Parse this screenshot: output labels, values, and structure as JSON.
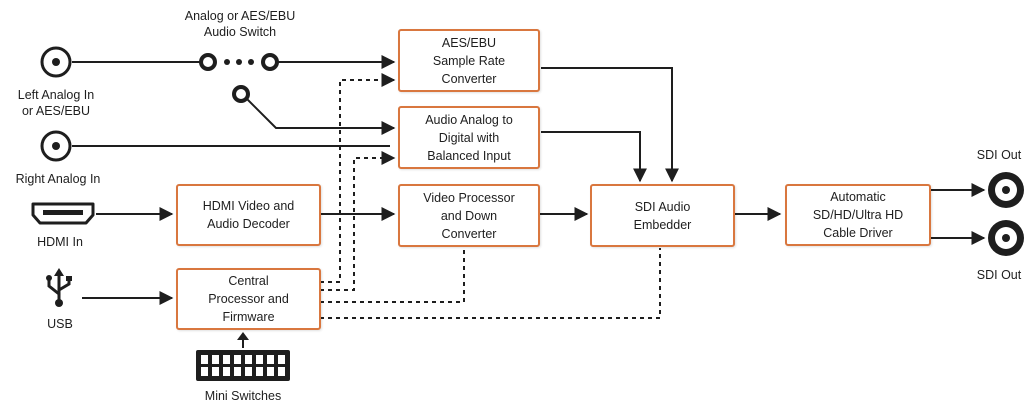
{
  "inputs": {
    "left_analog": "Left Analog In\nor AES/EBU",
    "right_analog": "Right Analog In",
    "hdmi": "HDMI In",
    "usb": "USB"
  },
  "switch_label": "Analog or AES/EBU\nAudio Switch",
  "mini_switches_label": "Mini Switches",
  "outputs": {
    "sdi_top": "SDI Out",
    "sdi_bottom": "SDI Out"
  },
  "blocks": {
    "aes_converter": "AES/EBU\nSample Rate\nConverter",
    "analog_digital": "Audio Analog to\nDigital with\nBalanced Input",
    "hdmi_decoder": "HDMI Video and\nAudio Decoder",
    "video_processor": "Video Processor\nand Down\nConverter",
    "sdi_embedder": "SDI Audio\nEmbedder",
    "cable_driver": "Automatic\nSD/HD/Ultra HD\nCable Driver",
    "cpu": "Central\nProcessor and\nFirmware"
  },
  "colors": {
    "block_border": "#d9773f",
    "wire": "#1e1e1e"
  }
}
